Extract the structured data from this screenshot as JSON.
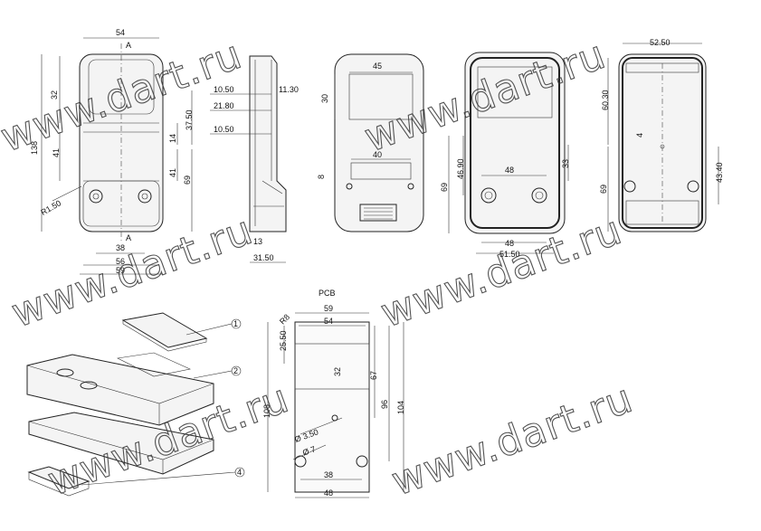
{
  "watermark": "www.dart.ru",
  "view1": {
    "w54": "54",
    "a_top": "A",
    "h32": "32",
    "h138": "138",
    "h41": "41",
    "h14": "14",
    "h37": "37.50",
    "h41b": "41",
    "h69": "69",
    "r150": "R1.50",
    "a_bot": "A",
    "w38": "38",
    "w56": "56",
    "w59": "59"
  },
  "view2": {
    "d1050a": "10.50",
    "d1130": "11.30",
    "d2180": "21.80",
    "d1050b": "10.50",
    "d13": "13",
    "d3150": "31.50"
  },
  "view3": {
    "w45": "45",
    "h30": "30",
    "w40": "40",
    "h8": "8"
  },
  "view4": {
    "w48": "48",
    "h4690": "46.90",
    "h69": "69",
    "h33": "33",
    "w48b": "48",
    "w5150": "51.50"
  },
  "view5": {
    "w5250": "52.50",
    "h6030": "60.30",
    "h4": "4",
    "h69": "69",
    "h4340": "43.40"
  },
  "pcb": {
    "title": "PCB",
    "r8": "R8",
    "w59": "59",
    "w54": "54",
    "h2550": "25.50",
    "h32": "32",
    "h67": "67",
    "h96": "96",
    "h104": "104",
    "h108": "108",
    "d350": "Ø 3.50",
    "d7": "Ø 7",
    "w38": "38",
    "w48": "48"
  },
  "callouts": [
    "1",
    "2",
    "4"
  ]
}
